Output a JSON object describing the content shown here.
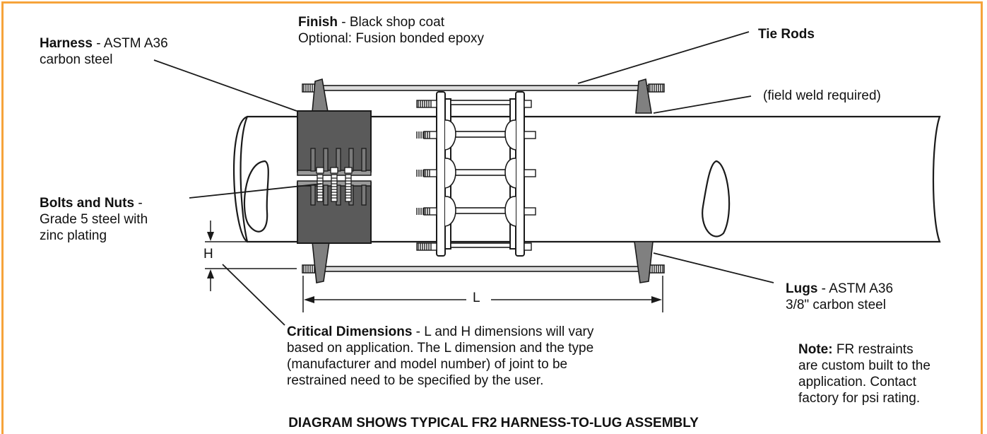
{
  "colors": {
    "frame": "#f6a33b",
    "steel": "#5a5a5a",
    "lug": "#808080",
    "outline": "#1a1a1a"
  },
  "labels": {
    "finish": {
      "title": "Finish",
      "line1": " - Black shop coat",
      "line2": "Optional: Fusion bonded epoxy"
    },
    "harness": {
      "title": "Harness",
      "line1": " - ASTM A36",
      "line2": "carbon steel"
    },
    "tie_rods": {
      "title": "Tie Rods"
    },
    "field_weld": {
      "text": "(field weld required)"
    },
    "bolts": {
      "title": "Bolts and Nuts",
      "line1": " -",
      "line2": "Grade 5 steel with",
      "line3": "zinc plating"
    },
    "lugs": {
      "title": "Lugs",
      "line1": " - ASTM A36",
      "line2": "3/8\" carbon steel"
    },
    "critical": {
      "title": "Critical Dimensions",
      "line1": " - L and H dimensions will vary",
      "line2": "based on application. The L dimension and the type",
      "line3": "(manufacturer and model number) of joint to be",
      "line4": "restrained need to be specified by the user."
    },
    "note": {
      "title": "Note:",
      "line1": " FR restraints",
      "line2": "are custom built to the",
      "line3": "application. Contact",
      "line4": "factory for psi rating."
    }
  },
  "dimensions": {
    "L": "L",
    "H": "H"
  },
  "caption": "DIAGRAM SHOWS TYPICAL FR2 HARNESS-TO-LUG ASSEMBLY"
}
